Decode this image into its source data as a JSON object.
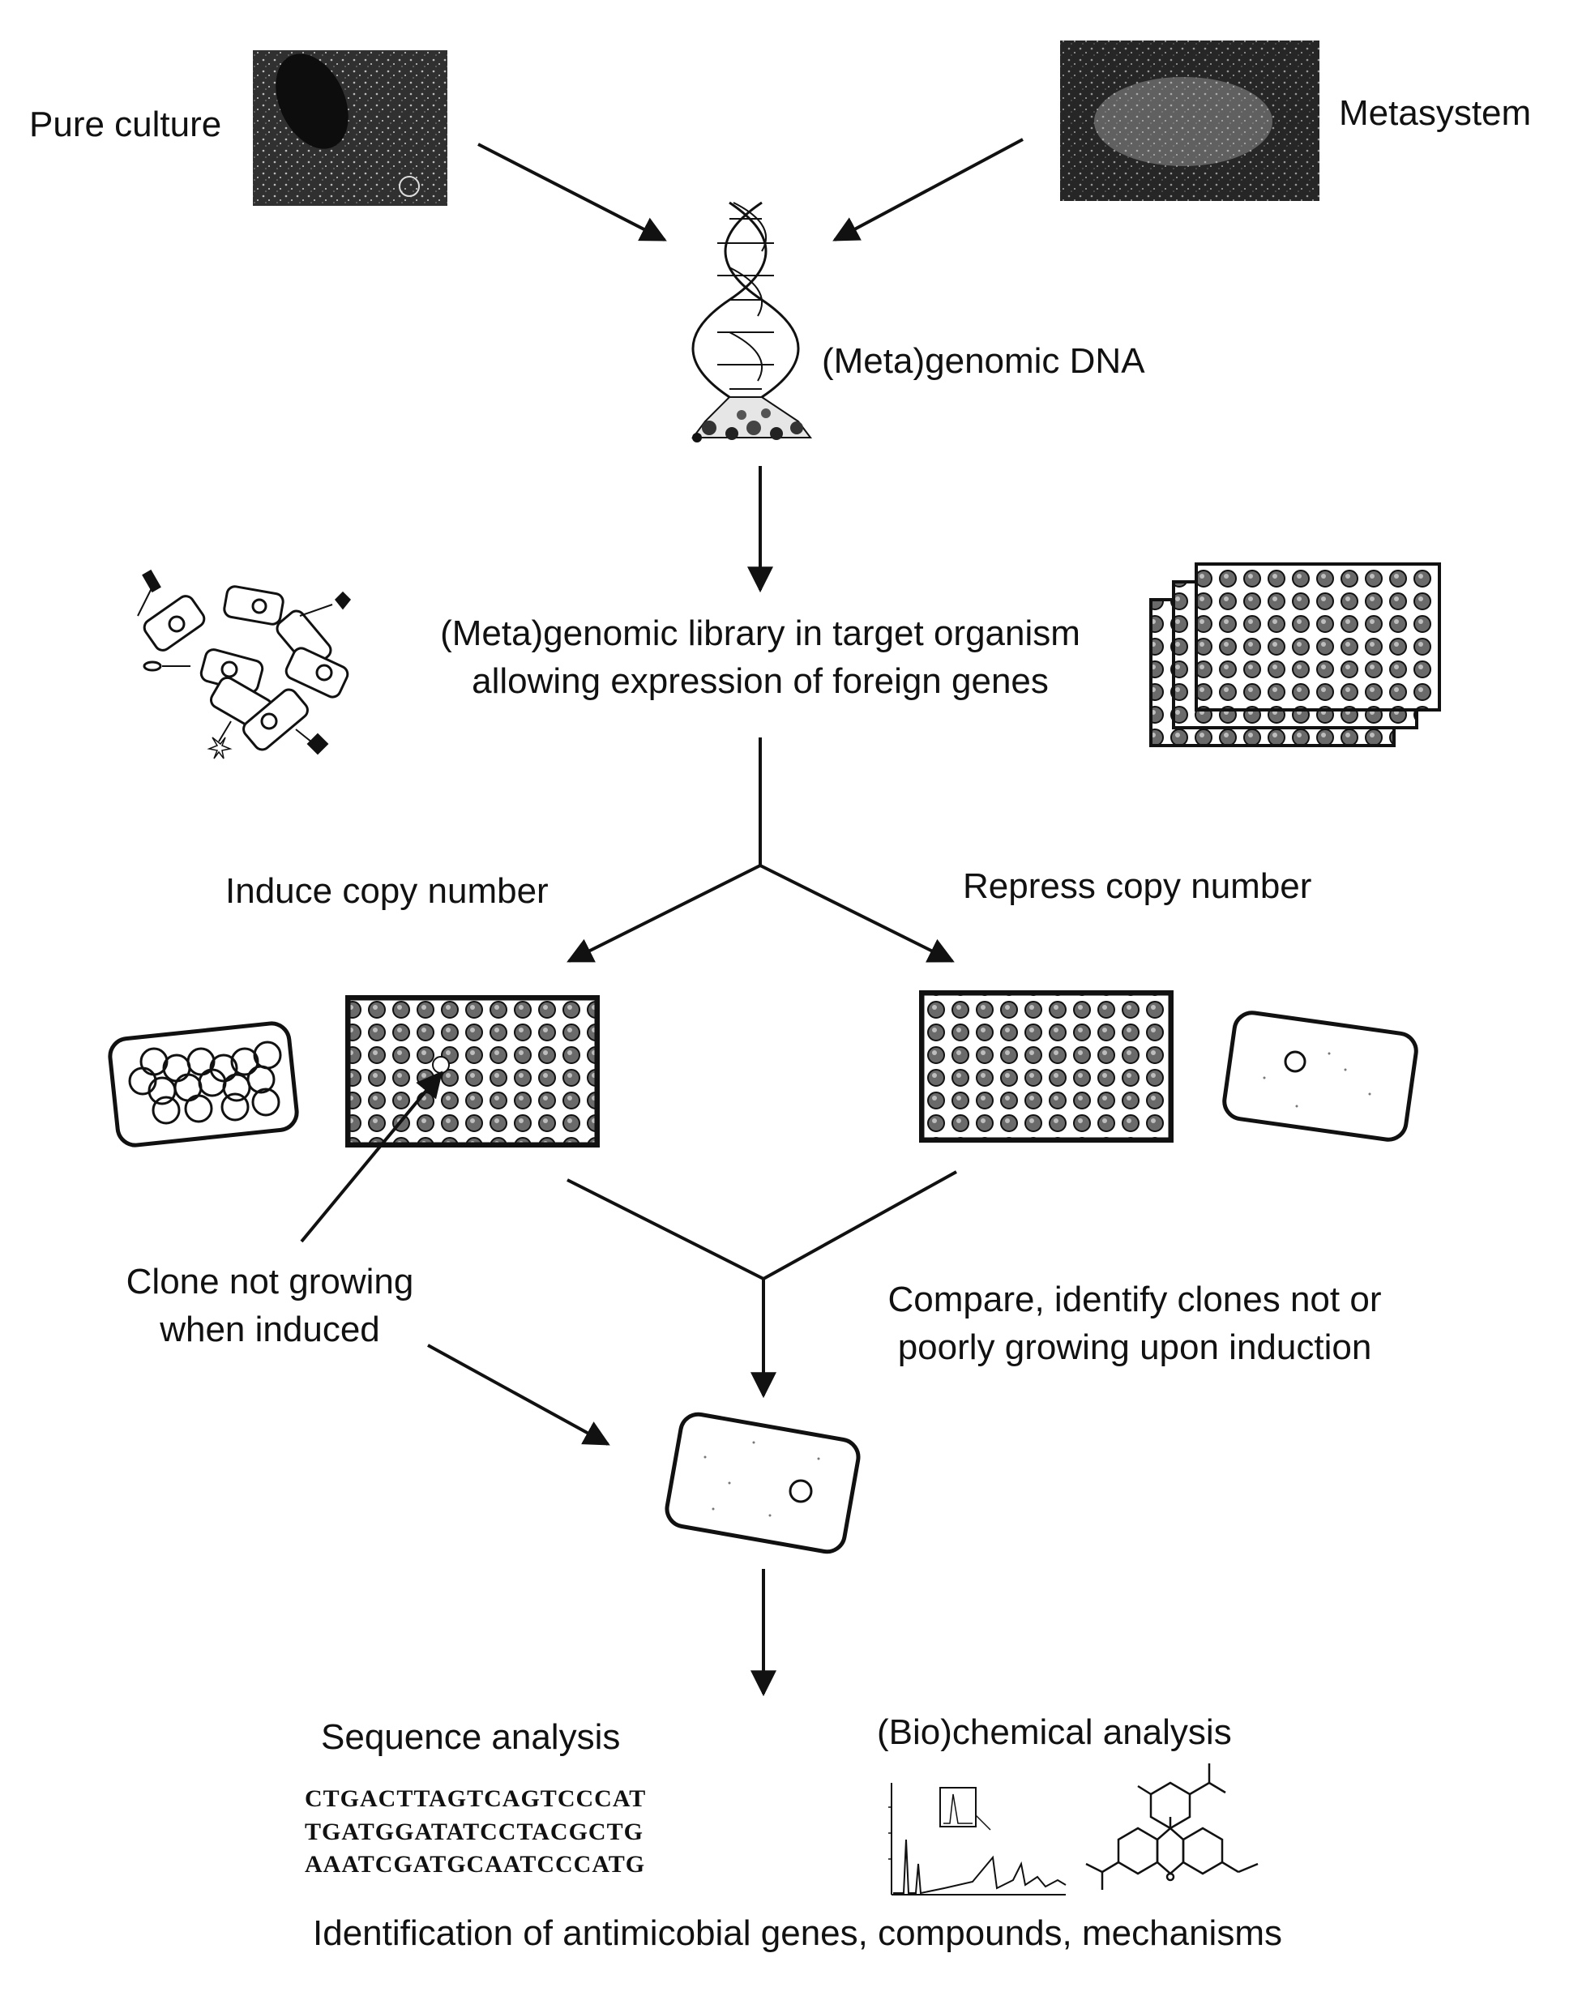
{
  "sources": {
    "pure_culture": "Pure culture",
    "metasystem": "Metasystem"
  },
  "dna_label": "(Meta)genomic DNA",
  "library_label": {
    "line1": "(Meta)genomic library in target organism",
    "line2": "allowing expression of foreign genes"
  },
  "branches": {
    "induce": "Induce copy number",
    "repress": "Repress copy number"
  },
  "clone_note": {
    "line1": "Clone not growing",
    "line2": "when induced"
  },
  "compare_note": {
    "line1": "Compare, identify clones not or",
    "line2": "poorly growing upon induction"
  },
  "analysis": {
    "sequence_title": "Sequence analysis",
    "sequence_lines": [
      "CTGACTTAGTCAGTCCCAT",
      "TGATGGATATCCTACGCTG",
      "AAATCGATGCAATCCCATG"
    ],
    "biochem_title": "(Bio)chemical analysis"
  },
  "footer": "Identification of antimicobial genes, compounds, mechanisms"
}
